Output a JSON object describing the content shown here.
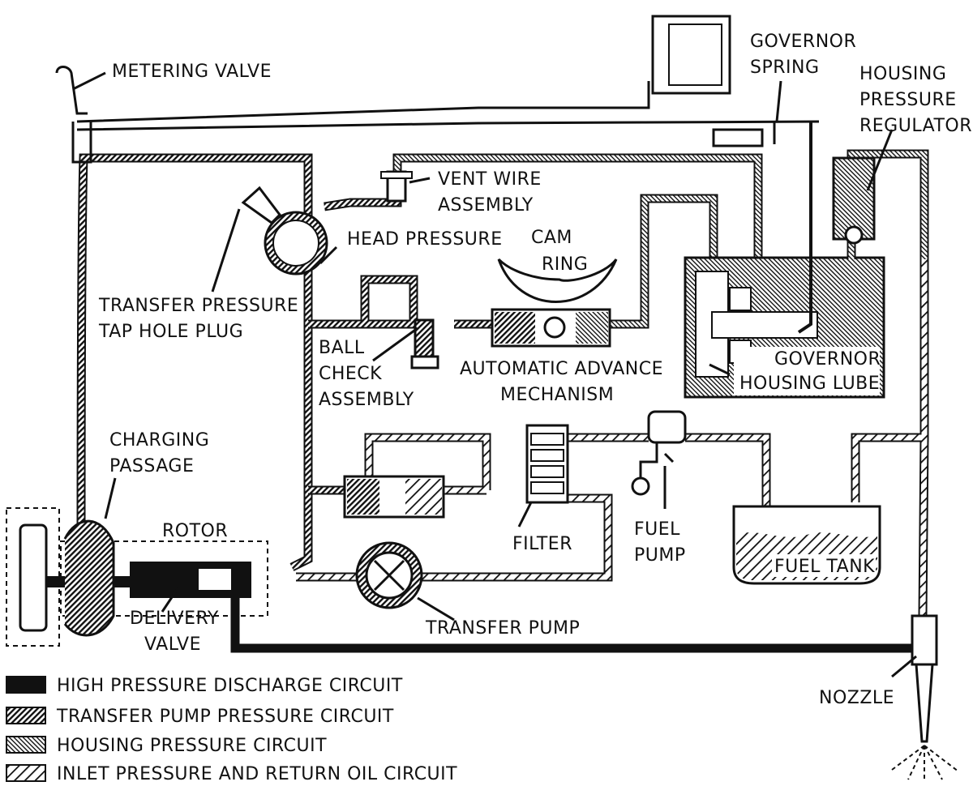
{
  "labels": {
    "metering_valve": "METERING VALVE",
    "governor_spring_1": "GOVERNOR",
    "governor_spring_2": "SPRING",
    "housing_regulator_1": "HOUSING",
    "housing_regulator_2": "PRESSURE",
    "housing_regulator_3": "REGULATOR",
    "vent_wire_1": "VENT WIRE",
    "vent_wire_2": "ASSEMBLY",
    "head_pressure": "HEAD PRESSURE",
    "cam_ring_1": "CAM",
    "cam_ring_2": "RING",
    "transfer_plug_1": "TRANSFER PRESSURE",
    "transfer_plug_2": "TAP HOLE PLUG",
    "ball_check_1": "BALL",
    "ball_check_2": "CHECK",
    "ball_check_3": "ASSEMBLY",
    "advance_1": "AUTOMATIC ADVANCE",
    "advance_2": "MECHANISM",
    "governor_lube_1": "GOVERNOR",
    "governor_lube_2": "HOUSING LUBE",
    "charging_1": "CHARGING",
    "charging_2": "PASSAGE",
    "rotor": "ROTOR",
    "filter": "FILTER",
    "fuel_pump_1": "FUEL",
    "fuel_pump_2": "PUMP",
    "fuel_tank": "FUEL TANK",
    "delivery_1": "DELIVERY",
    "delivery_2": "VALVE",
    "transfer_pump": "TRANSFER PUMP",
    "nozzle": "NOZZLE"
  },
  "legend": [
    {
      "label": "HIGH PRESSURE DISCHARGE CIRCUIT",
      "pattern": "solid"
    },
    {
      "label": "TRANSFER PUMP PRESSURE CIRCUIT",
      "pattern": "dense-hatch"
    },
    {
      "label": "HOUSING PRESSURE CIRCUIT",
      "pattern": "fine-hatch"
    },
    {
      "label": "INLET PRESSURE AND RETURN OIL CIRCUIT",
      "pattern": "wide-hatch"
    }
  ]
}
